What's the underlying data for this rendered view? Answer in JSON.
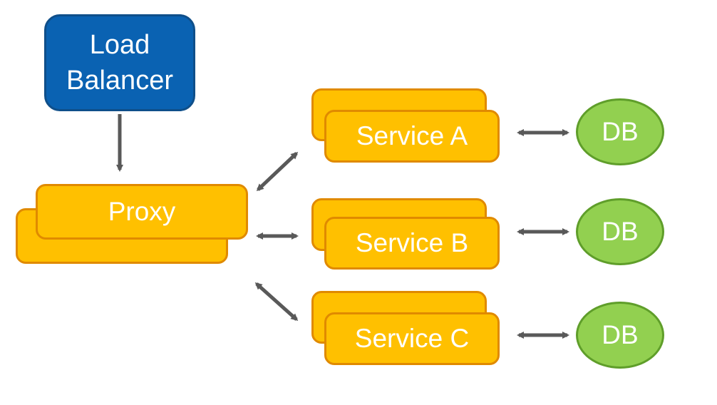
{
  "load_balancer": {
    "label": "Load Balancer"
  },
  "proxy": {
    "label": "Proxy"
  },
  "services": [
    {
      "label": "Service A"
    },
    {
      "label": "Service B"
    },
    {
      "label": "Service C"
    }
  ],
  "databases": [
    {
      "label": "DB"
    },
    {
      "label": "DB"
    },
    {
      "label": "DB"
    }
  ],
  "colors": {
    "load_balancer_fill": "#0a62b2",
    "node_fill": "#ffc000",
    "node_border": "#e08a00",
    "db_fill": "#92d050",
    "db_border": "#5f9e2a",
    "arrow": "#595959"
  }
}
